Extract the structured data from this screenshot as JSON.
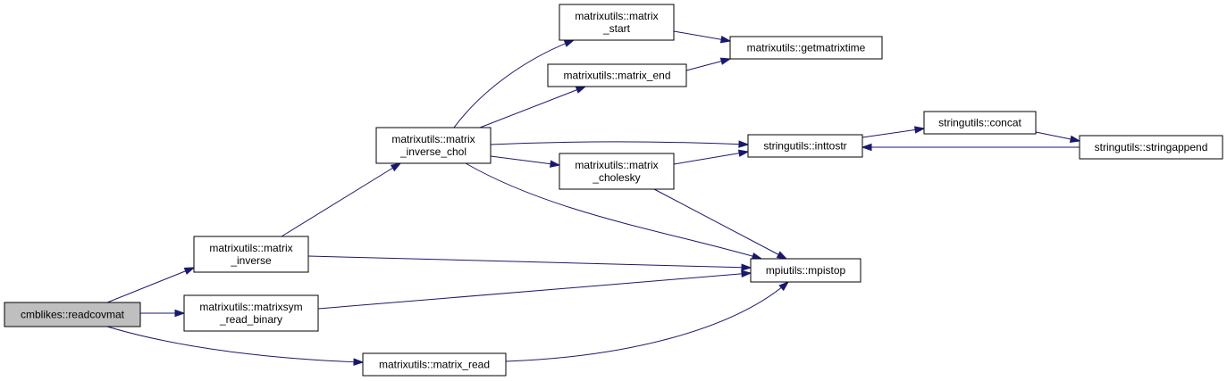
{
  "colors": {
    "edge": "#191970",
    "node_fill": "#ffffff",
    "root_fill": "#bfbfbf",
    "border": "#000000"
  },
  "nodes": [
    {
      "id": "readcovmat",
      "lines": [
        "cmblikes::readcovmat"
      ],
      "root": true
    },
    {
      "id": "matrix_inverse",
      "lines": [
        "matrixutils::matrix",
        "_inverse"
      ]
    },
    {
      "id": "matrixsym_read_binary",
      "lines": [
        "matrixutils::matrixsym",
        "_read_binary"
      ]
    },
    {
      "id": "matrix_read",
      "lines": [
        "matrixutils::matrix_read"
      ]
    },
    {
      "id": "matrix_inverse_chol",
      "lines": [
        "matrixutils::matrix",
        "_inverse_chol"
      ]
    },
    {
      "id": "matrix_start",
      "lines": [
        "matrixutils::matrix",
        "_start"
      ]
    },
    {
      "id": "matrix_end",
      "lines": [
        "matrixutils::matrix_end"
      ]
    },
    {
      "id": "matrix_cholesky",
      "lines": [
        "matrixutils::matrix",
        "_cholesky"
      ]
    },
    {
      "id": "getmatrixtime",
      "lines": [
        "matrixutils::getmatrixtime"
      ]
    },
    {
      "id": "inttostr",
      "lines": [
        "stringutils::inttostr"
      ]
    },
    {
      "id": "mpistop",
      "lines": [
        "mpiutils::mpistop"
      ]
    },
    {
      "id": "concat",
      "lines": [
        "stringutils::concat"
      ]
    },
    {
      "id": "stringappend",
      "lines": [
        "stringutils::stringappend"
      ]
    }
  ],
  "edges": [
    [
      "readcovmat",
      "matrix_inverse"
    ],
    [
      "readcovmat",
      "matrixsym_read_binary"
    ],
    [
      "readcovmat",
      "matrix_read"
    ],
    [
      "matrix_inverse",
      "matrix_inverse_chol"
    ],
    [
      "matrix_inverse",
      "mpistop"
    ],
    [
      "matrixsym_read_binary",
      "mpistop"
    ],
    [
      "matrix_read",
      "mpistop"
    ],
    [
      "matrix_inverse_chol",
      "matrix_start"
    ],
    [
      "matrix_inverse_chol",
      "matrix_end"
    ],
    [
      "matrix_inverse_chol",
      "inttostr"
    ],
    [
      "matrix_inverse_chol",
      "matrix_cholesky"
    ],
    [
      "matrix_inverse_chol",
      "mpistop"
    ],
    [
      "matrix_start",
      "getmatrixtime"
    ],
    [
      "matrix_end",
      "getmatrixtime"
    ],
    [
      "matrix_cholesky",
      "inttostr"
    ],
    [
      "matrix_cholesky",
      "mpistop"
    ],
    [
      "inttostr",
      "concat"
    ],
    [
      "concat",
      "stringappend"
    ],
    [
      "stringappend",
      "inttostr"
    ]
  ]
}
